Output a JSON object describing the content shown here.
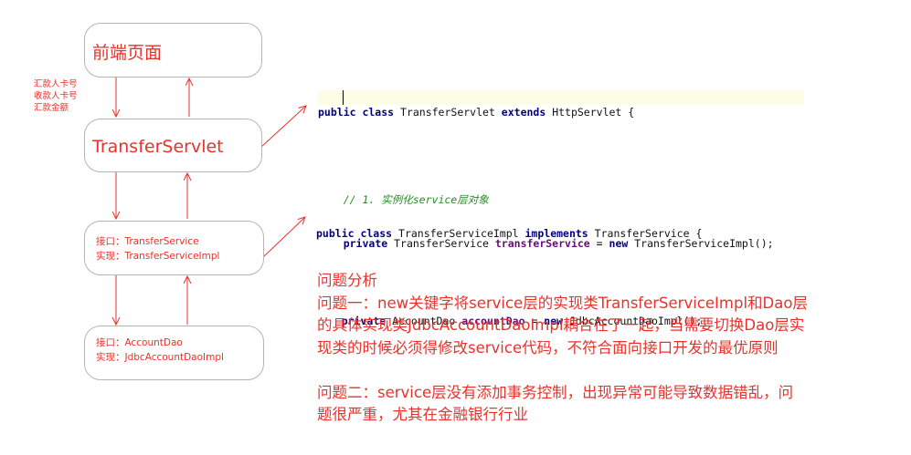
{
  "boxes": {
    "frontend": {
      "title": "前端页面"
    },
    "servlet": {
      "title": "TransferServlet"
    },
    "service": {
      "interface_line": "接口：TransferService",
      "impl_line": "实现：TransferServiceImpl"
    },
    "dao": {
      "interface_line": "接口：AccountDao",
      "impl_line": "实现：JdbcAccountDaoImpl"
    }
  },
  "request_params": [
    "汇款人卡号",
    "收款人卡号",
    "汇款金额"
  ],
  "code_servlet": {
    "line1": {
      "kw1": "public class",
      "name": " TransferServlet ",
      "kw2": "extends",
      "rest": " HttpServlet {"
    },
    "comment": "// 1. 实例化service层对象",
    "line3": {
      "kw1": "private",
      "type": " TransferService ",
      "field": "transferService",
      "eq": " = ",
      "kw2": "new",
      "rest": " TransferServiceImpl();"
    }
  },
  "code_service": {
    "line1": {
      "kw1": "public class",
      "name": " TransferServiceImpl ",
      "kw2": "implements",
      "rest": " TransferService {"
    },
    "line2": {
      "kw1": "private",
      "type": " AccountDao ",
      "field": "accountDao",
      "eq": " = ",
      "kw2": "new",
      "rest": " JdbcAccountDaoImpl();"
    }
  },
  "analysis": {
    "heading": "问题分析",
    "p1_lines": [
      "问题一：new关键字将service层的实现类TransferServiceImpl和Dao层",
      "的具体实现类JdbcAccountDaoImpl耦合在了一起，当需要切换Dao层实",
      "现类的时候必须得修改service代码，不符合面向接口开发的最优原则"
    ],
    "p2_lines": [
      "问题二：service层没有添加事务控制，出现异常可能导致数据错乱，问",
      "题很严重，尤其在金融银行行业"
    ]
  },
  "colors": {
    "accent": "#e8322b",
    "box_border": "#b5b5b5",
    "keyword": "#000080",
    "field": "#660e7a",
    "comment": "#2a8a2a"
  }
}
